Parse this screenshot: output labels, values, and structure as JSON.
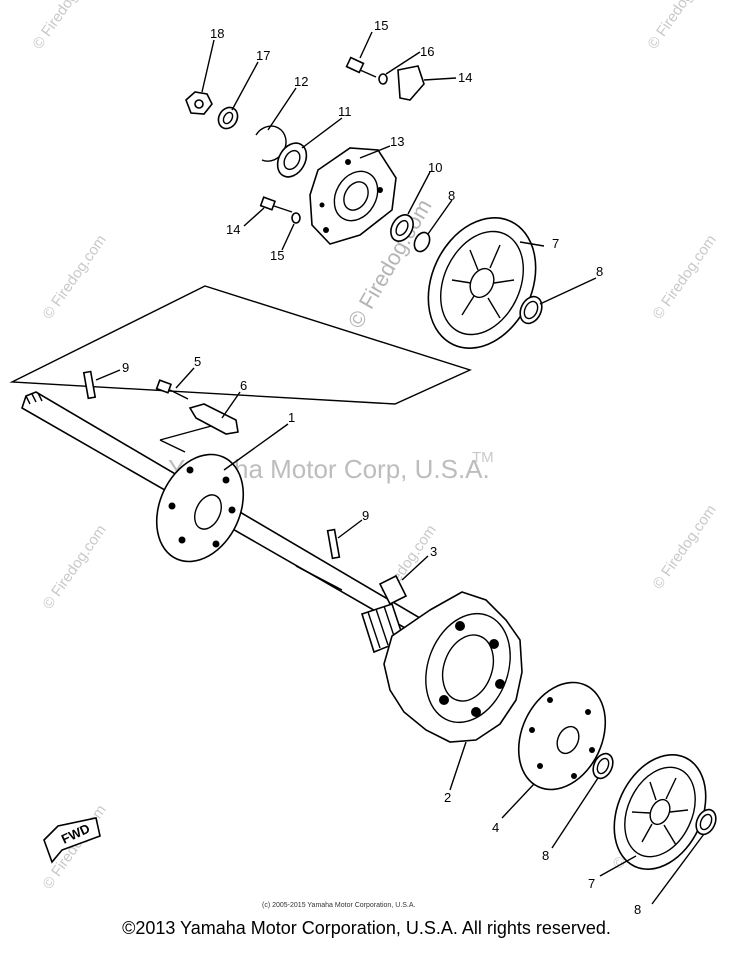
{
  "diagram": {
    "callouts": {
      "c1": "1",
      "c2": "2",
      "c3": "3",
      "c4": "4",
      "c5": "5",
      "c6": "6",
      "c7a": "7",
      "c7b": "7",
      "c8a": "8",
      "c8b": "8",
      "c8c": "8",
      "c8d": "8",
      "c9a": "9",
      "c9b": "9",
      "c10": "10",
      "c11": "11",
      "c12": "12",
      "c13": "13",
      "c14a": "14",
      "c14b": "14",
      "c15a": "15",
      "c15b": "15",
      "c16": "16",
      "c17": "17",
      "c18": "18"
    },
    "fwd_label": "FWD",
    "watermarks": {
      "main": "Yamaha Motor Corp, U.S.A.",
      "tm": "TM",
      "site": "© Firedog.com",
      "site_small": "© Firedog.com"
    }
  },
  "footer": {
    "small_note": "(c) 2005-2015 Yamaha Motor Corporation, U.S.A.",
    "copyright": "©2013 Yamaha Motor Corporation, U.S.A. All rights reserved."
  }
}
